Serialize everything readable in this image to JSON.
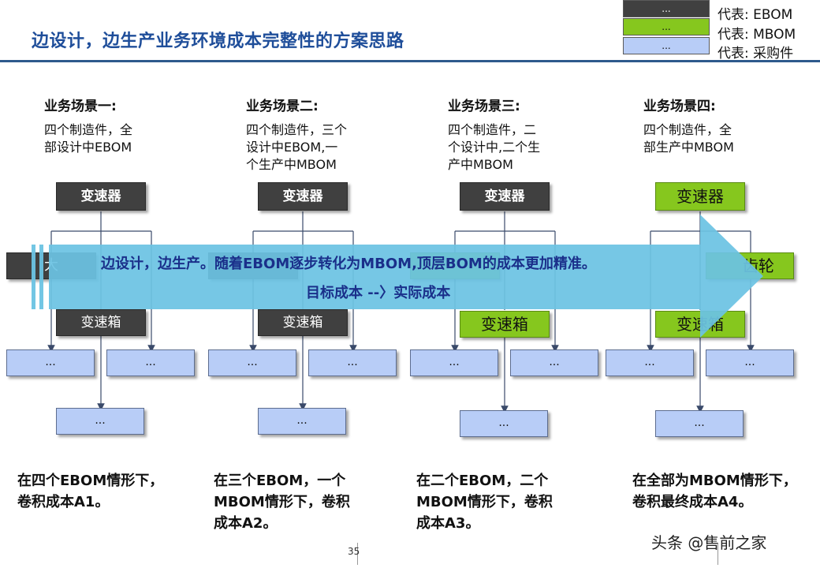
{
  "slide": {
    "title": "边设计，边生产业务环境成本完整性的方案思路",
    "page_number": "35",
    "watermark": "头条 @售前之家"
  },
  "legend": [
    {
      "swatch_text": "...",
      "label": "代表: EBOM",
      "color": "#404040"
    },
    {
      "swatch_text": "...",
      "label": "代表: MBOM",
      "color": "#86c71e"
    },
    {
      "swatch_text": "...",
      "label": "代表: 采购件",
      "color": "#b8cdf7"
    }
  ],
  "scenes": [
    {
      "title": "业务场景一:",
      "desc": [
        "四个制造件，全",
        "部设计中EBOM"
      ],
      "top_box": "变速器",
      "hidden_box": "大",
      "mid_box": "变速箱",
      "leaf_boxes": [
        "...",
        "...",
        "..."
      ],
      "conclusion": [
        "在四个EBOM情形下，",
        "卷积成本A1。"
      ]
    },
    {
      "title": "业务场景二:",
      "desc": [
        "四个制造件，三个",
        "设计中EBOM,一",
        "个生产中MBOM"
      ],
      "top_box": "变速器",
      "hidden_box": "",
      "mid_box": "变速箱",
      "leaf_boxes": [
        "...",
        "...",
        "..."
      ],
      "conclusion": [
        "在三个EBOM，一个",
        "MBOM情形下，卷积",
        "成本A2。"
      ]
    },
    {
      "title": "业务场景三:",
      "desc": [
        "四个制造件，二",
        "个设计中,二个生",
        "产中MBOM"
      ],
      "top_box": "变速器",
      "hidden_box": "",
      "mid_box": "变速箱",
      "leaf_boxes": [
        "...",
        "...",
        "..."
      ],
      "conclusion": [
        "在二个EBOM，二个",
        "MBOM情形下，卷积",
        "成本A3。"
      ]
    },
    {
      "title": "业务场景四:",
      "desc": [
        "四个制造件，全",
        "部生产中MBOM"
      ],
      "top_box": "变速器",
      "hidden_box": "齿轮",
      "mid_box": "变速箱",
      "leaf_boxes": [
        "...",
        "...",
        "..."
      ],
      "conclusion": [
        "在全部为MBOM情形下，",
        "卷积最终成本A4。"
      ]
    }
  ],
  "arrow": {
    "line1": "边设计，边生产。随着EBOM逐步转化为MBOM,顶层BOM的成本更加精准。",
    "line2": "目标成本 --〉实际成本"
  }
}
